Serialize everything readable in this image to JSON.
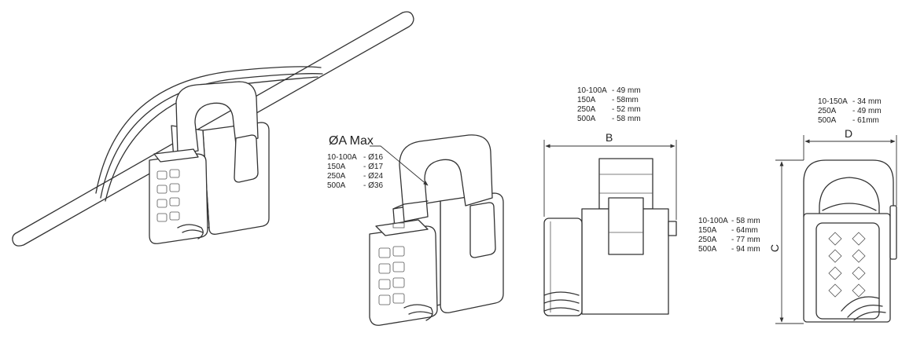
{
  "colors": {
    "line": "#333333",
    "background": "#ffffff"
  },
  "diameter": {
    "title": "ØA Max",
    "rows": [
      {
        "rating": "10-100A",
        "value": "- Ø16"
      },
      {
        "rating": "150A",
        "value": "- Ø17"
      },
      {
        "rating": "250A",
        "value": "- Ø24"
      },
      {
        "rating": "500A",
        "value": "- Ø36"
      }
    ]
  },
  "dim_b": {
    "label": "B",
    "rows": [
      {
        "rating": "10-100A",
        "value": "- 49 mm"
      },
      {
        "rating": "150A",
        "value": "- 58mm"
      },
      {
        "rating": "250A",
        "value": "- 52 mm"
      },
      {
        "rating": "500A",
        "value": "- 58 mm"
      }
    ]
  },
  "dim_c": {
    "label": "C",
    "rows": [
      {
        "rating": "10-100A",
        "value": "- 58 mm"
      },
      {
        "rating": "150A",
        "value": "- 64mm"
      },
      {
        "rating": "250A",
        "value": "- 77 mm"
      },
      {
        "rating": "500A",
        "value": "- 94 mm"
      }
    ]
  },
  "dim_d": {
    "label": "D",
    "rows": [
      {
        "rating": "10-150A",
        "value": "- 34 mm"
      },
      {
        "rating": "250A",
        "value": "- 49 mm"
      },
      {
        "rating": "500A",
        "value": "- 61mm"
      }
    ]
  }
}
